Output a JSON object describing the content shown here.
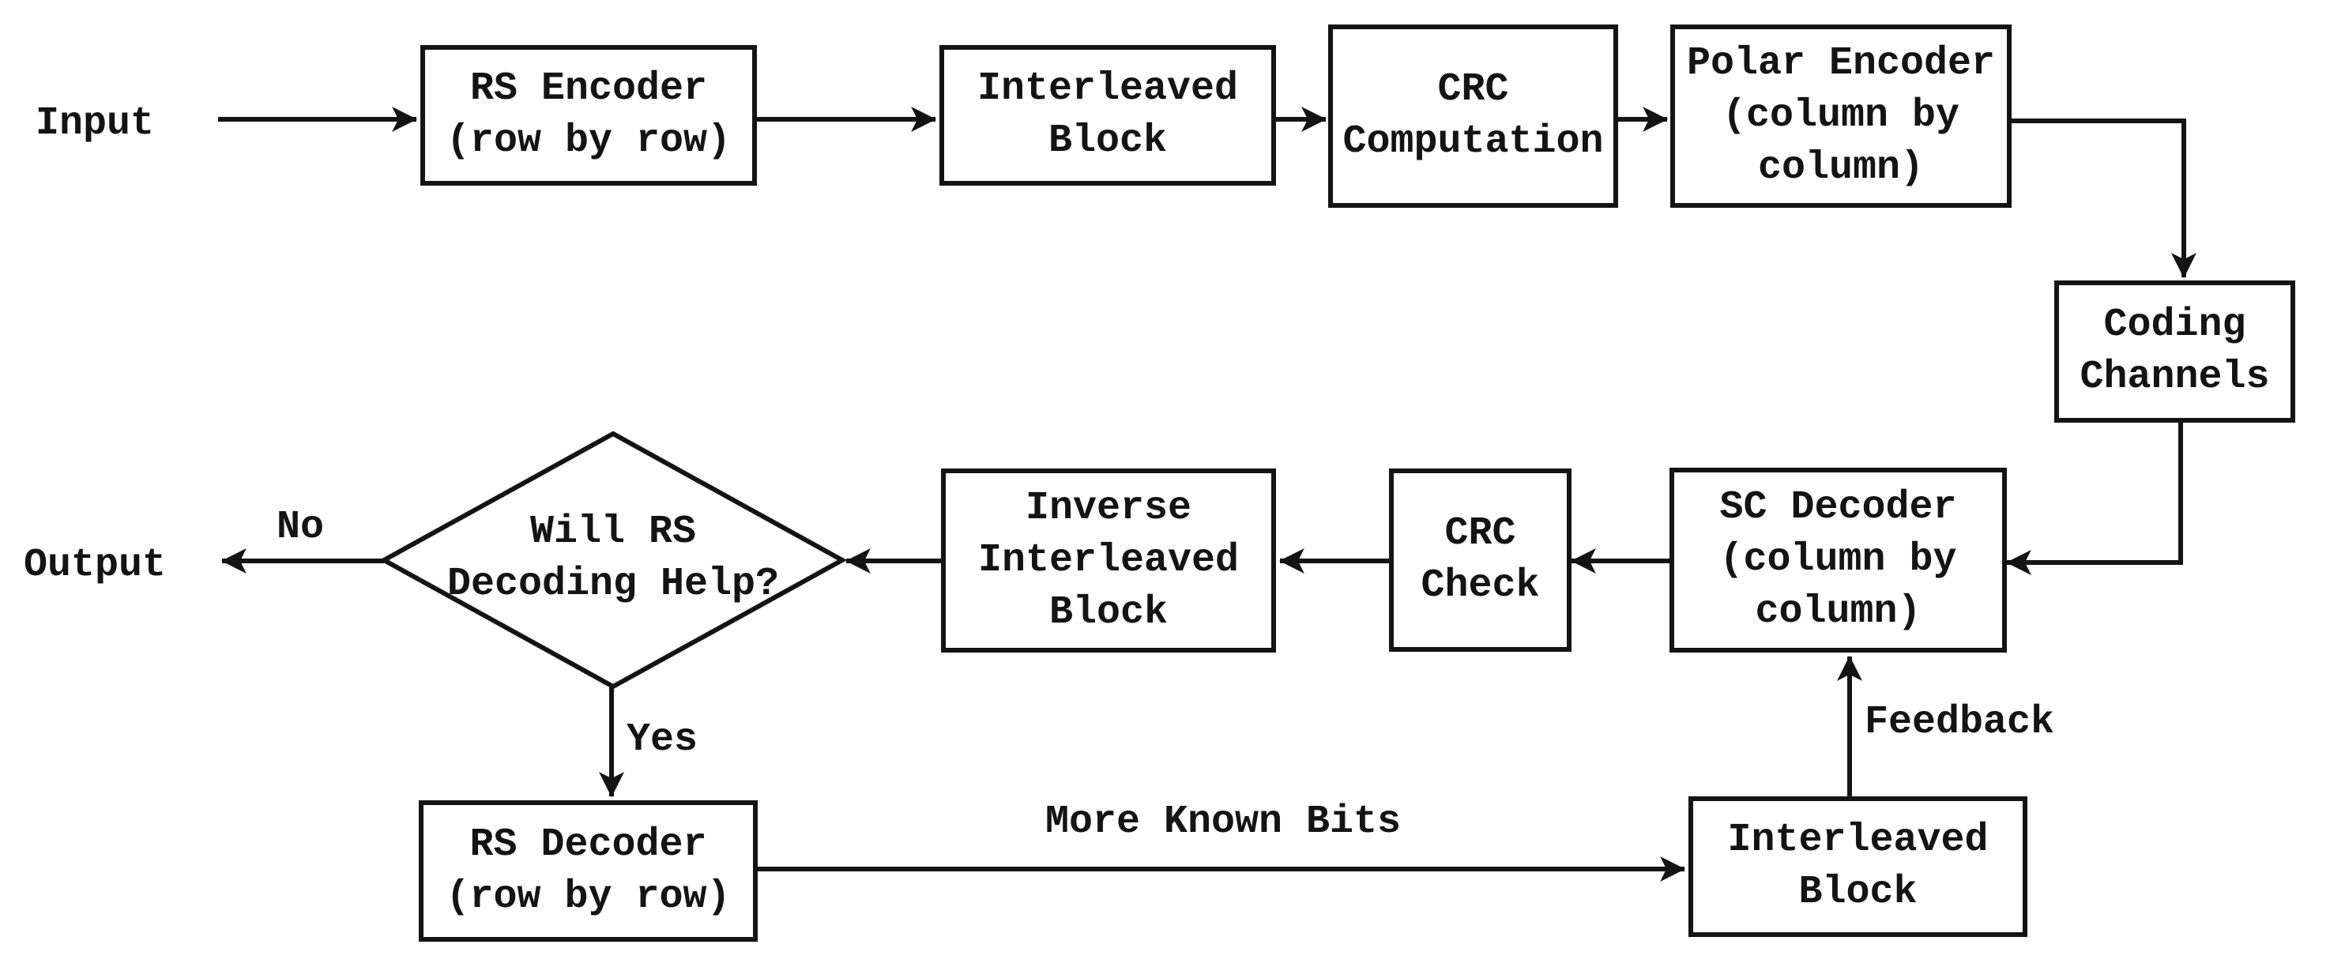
{
  "colors": {
    "ink": "#141414",
    "background": "#ffffff"
  },
  "nodes": {
    "rs_encoder": {
      "label": "RS Encoder\n(row by row)"
    },
    "interleaved_block_top": {
      "label": "Interleaved\nBlock"
    },
    "crc_computation": {
      "label": "CRC\nComputation"
    },
    "polar_encoder": {
      "label": "Polar Encoder\n(column by\ncolumn)"
    },
    "coding_channels": {
      "label": "Coding\nChannels"
    },
    "sc_decoder": {
      "label": "SC Decoder\n(column by\ncolumn)"
    },
    "crc_check": {
      "label": "CRC\nCheck"
    },
    "inverse_interleaved_block": {
      "label": "Inverse\nInterleaved\nBlock"
    },
    "decision": {
      "label": "Will RS\nDecoding Help?"
    },
    "rs_decoder": {
      "label": "RS Decoder\n(row by row)"
    },
    "interleaved_block_bottom": {
      "label": "Interleaved\nBlock"
    }
  },
  "labels": {
    "input": "Input",
    "output": "Output",
    "no": "No",
    "yes": "Yes",
    "feedback": "Feedback",
    "more_known_bits": "More Known Bits"
  },
  "edges": [
    {
      "from": "input",
      "to": "rs_encoder",
      "label": ""
    },
    {
      "from": "rs_encoder",
      "to": "interleaved_block_top",
      "label": ""
    },
    {
      "from": "interleaved_block_top",
      "to": "crc_computation",
      "label": ""
    },
    {
      "from": "crc_computation",
      "to": "polar_encoder",
      "label": ""
    },
    {
      "from": "polar_encoder",
      "to": "coding_channels",
      "label": ""
    },
    {
      "from": "coding_channels",
      "to": "sc_decoder",
      "label": ""
    },
    {
      "from": "sc_decoder",
      "to": "crc_check",
      "label": ""
    },
    {
      "from": "crc_check",
      "to": "inverse_interleaved_block",
      "label": ""
    },
    {
      "from": "inverse_interleaved_block",
      "to": "decision",
      "label": ""
    },
    {
      "from": "decision",
      "to": "output",
      "label": "No"
    },
    {
      "from": "decision",
      "to": "rs_decoder",
      "label": "Yes"
    },
    {
      "from": "rs_decoder",
      "to": "interleaved_block_bottom",
      "label": "More Known Bits"
    },
    {
      "from": "interleaved_block_bottom",
      "to": "sc_decoder",
      "label": "Feedback"
    }
  ]
}
